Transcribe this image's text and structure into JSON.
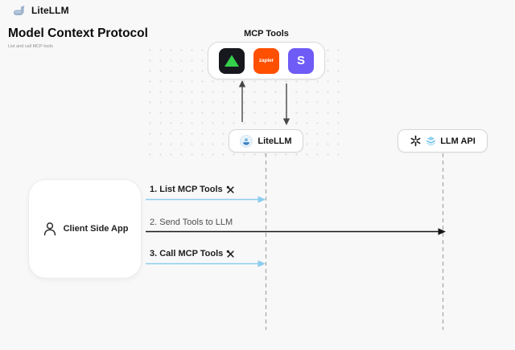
{
  "header": {
    "brand": "LiteLLM",
    "title": "Model Context Protocol",
    "subtitle": "List and call MCP tools"
  },
  "mcp_box": {
    "label": "MCP Tools",
    "tiles": [
      {
        "name": "green-triangle-tool-icon",
        "text": ""
      },
      {
        "name": "zapier-icon",
        "text": "zapier"
      },
      {
        "name": "stripe-icon",
        "text": "S"
      }
    ]
  },
  "nodes": {
    "litellm": "LiteLLM",
    "llm_api": "LLM API",
    "client": "Client Side App"
  },
  "messages": {
    "m1": "1. List MCP Tools",
    "m2": "2. Send Tools to LLM",
    "m3": "3. Call MCP Tools"
  },
  "icons": {
    "brand": "litellm-llama-logo",
    "mcp_tiles": [
      "green-triangle-tool",
      "zapier",
      "stripe"
    ],
    "litellm_node": "litellm-llama",
    "llm_api_node": [
      "openai",
      "layers"
    ],
    "client": "user",
    "message_glyph": "crossed-tools"
  },
  "colors": {
    "background": "#f8f8f9",
    "arrow_blue": "#8ccdee",
    "arrow_black": "#161616",
    "lifeline_gray": "#a5a5a5",
    "vertical_arrow_gray": "#474747",
    "zapier_orange": "#ff4f00",
    "stripe_purple": "#6f5bf5",
    "tool_green": "#35d04b",
    "dark_tile": "#16181d",
    "node_border": "#d6d6d6"
  }
}
